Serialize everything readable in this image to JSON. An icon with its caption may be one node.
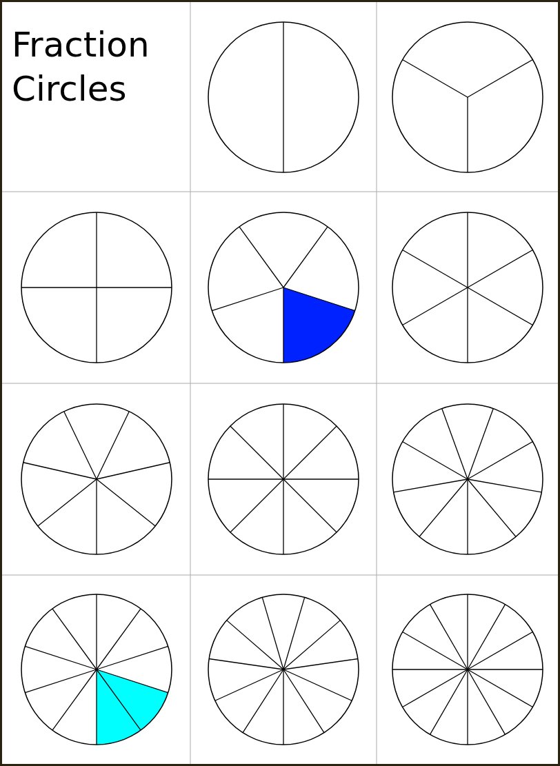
{
  "diagram": {
    "title": "Fraction Circles",
    "nodes": [
      {
        "text": [],
        "shape": "circle"
      },
      {
        "text": [],
        "shape": "circle"
      },
      {
        "text": [],
        "shape": "circle"
      },
      {
        "text": [],
        "shape": "circle"
      },
      {
        "text": [],
        "shape": "circle"
      },
      {
        "text": [],
        "shape": "circle"
      },
      {
        "text": [],
        "shape": "circle"
      },
      {
        "text": [],
        "shape": "circle"
      },
      {
        "text": [],
        "shape": "circle"
      },
      {
        "text": [],
        "shape": "circle"
      },
      {
        "text": [],
        "shape": "circle"
      }
    ]
  }
}
